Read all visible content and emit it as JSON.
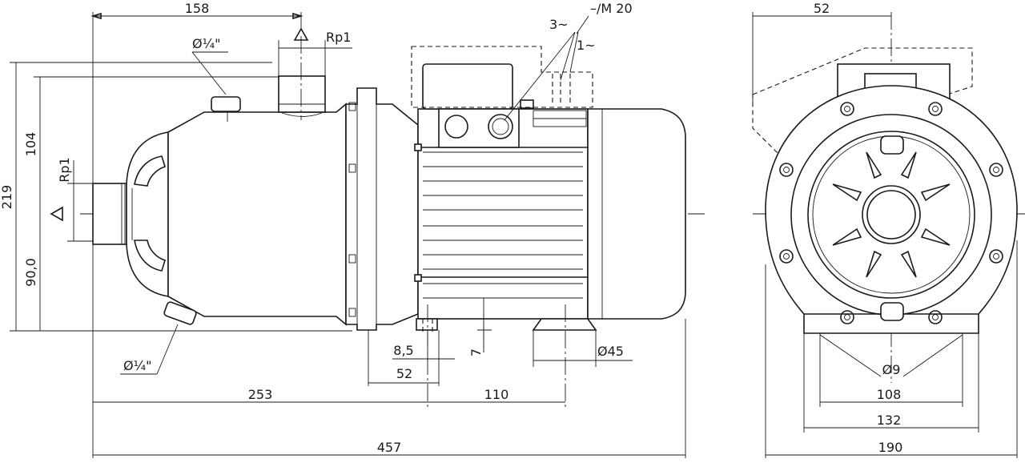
{
  "labels": {
    "d158": "158",
    "d52_top": "52",
    "d219": "219",
    "d104": "104",
    "d90": "90,0",
    "rp1_top": "Rp1",
    "rp1_left": "Rp1",
    "d14_top": "Ø¼\"",
    "d14_bottom": "Ø¼\"",
    "m20": "–/M 20",
    "phase3": "3~",
    "phase1": "1~",
    "d8_5": "8,5",
    "d52_bottom": "52",
    "d7": "7",
    "d45": "Ø45",
    "d253": "253",
    "d110": "110",
    "d457": "457",
    "d9": "Ø9",
    "d108": "108",
    "d132": "132",
    "d190": "190"
  }
}
